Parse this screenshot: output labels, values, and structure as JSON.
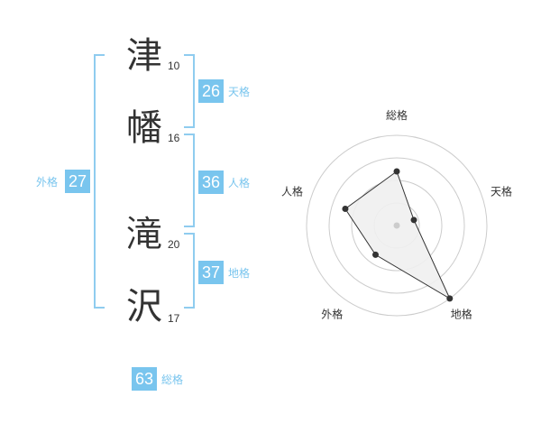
{
  "name": {
    "chars": [
      {
        "char": "津",
        "strokes": "10"
      },
      {
        "char": "幡",
        "strokes": "16"
      },
      {
        "char": "滝",
        "strokes": "20"
      },
      {
        "char": "沢",
        "strokes": "17"
      }
    ]
  },
  "fortunes": {
    "tenkaku": {
      "value": "26",
      "label": "天格"
    },
    "jinkaku": {
      "value": "36",
      "label": "人格"
    },
    "chikaku": {
      "value": "37",
      "label": "地格"
    },
    "gaikaku": {
      "value": "27",
      "label": "外格"
    },
    "soukaku": {
      "value": "63",
      "label": "総格"
    }
  },
  "radar": {
    "axes": [
      "総格",
      "天格",
      "地格",
      "外格",
      "人格"
    ],
    "levels": [
      3,
      1,
      5,
      2,
      3
    ],
    "max": 5,
    "colors": {
      "fill": "#efefef",
      "stroke": "#333333",
      "grid": "#cccccc",
      "center": "#cccccc"
    }
  },
  "colors": {
    "accent": "#79c5ee",
    "bracket": "#8fccef",
    "text": "#333333"
  }
}
